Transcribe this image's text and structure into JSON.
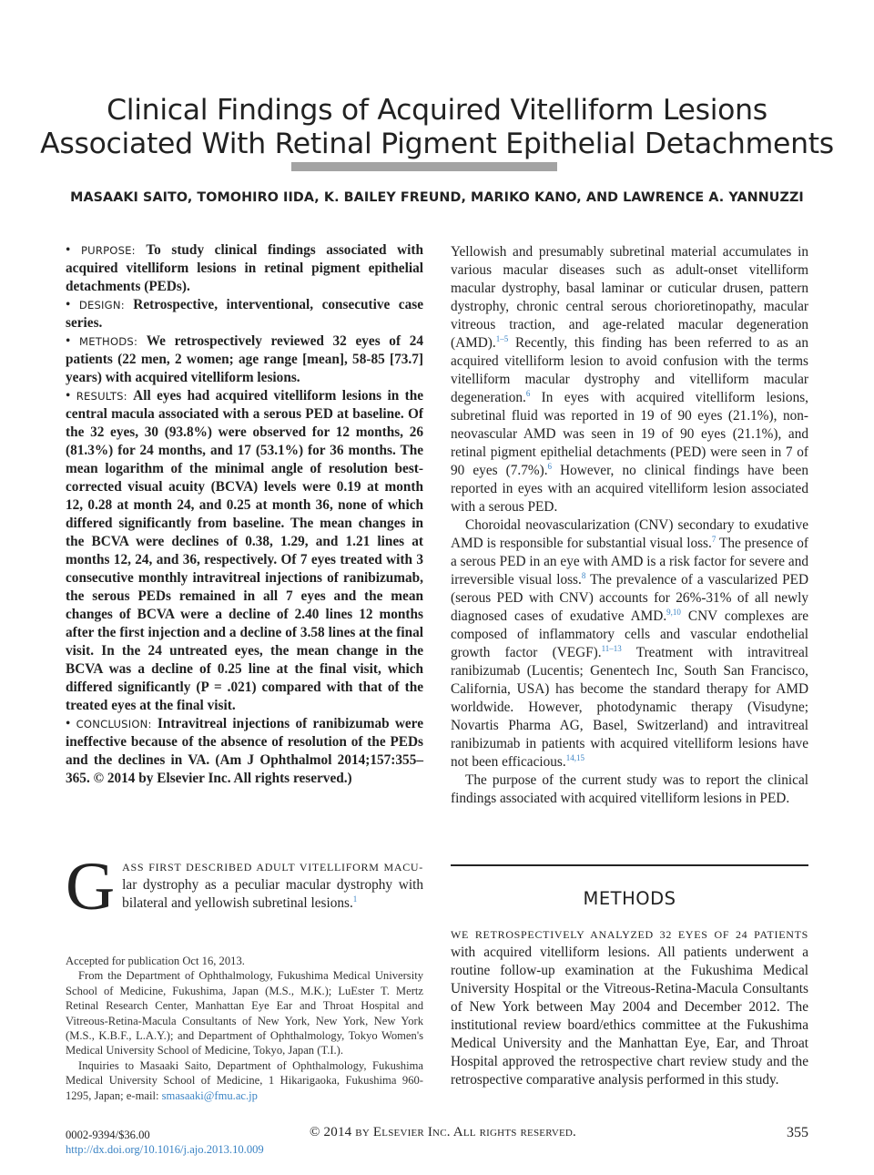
{
  "title_line1": "Clinical Findings of Acquired Vitelliform Lesions",
  "title_line2": "Associated With Retinal Pigment Epithelial Detachments",
  "authors": "MASAAKI SAITO, TOMOHIRO IIDA, K. BAILEY FREUND, MARIKO KANO, AND LAWRENCE A. YANNUZZI",
  "abstract": [
    {
      "bullet": "•",
      "label": "PURPOSE:",
      "text": "To study clinical findings associated with acquired vitelliform lesions in retinal pigment epithelial detachments (PEDs)."
    },
    {
      "bullet": "•",
      "label": "DESIGN:",
      "text": "Retrospective, interventional, consecutive case series."
    },
    {
      "bullet": "•",
      "label": "METHODS:",
      "text": "We retrospectively reviewed 32 eyes of 24 patients (22 men, 2 women; age range [mean], 58-85 [73.7] years) with acquired vitelliform lesions."
    },
    {
      "bullet": "•",
      "label": "RESULTS:",
      "text": "All eyes had acquired vitelliform lesions in the central macula associated with a serous PED at baseline. Of the 32 eyes, 30 (93.8%) were observed for 12 months, 26 (81.3%) for 24 months, and 17 (53.1%) for 36 months. The mean logarithm of the minimal angle of resolution best-corrected visual acuity (BCVA) levels were 0.19 at month 12, 0.28 at month 24, and 0.25 at month 36, none of which differed significantly from baseline. The mean changes in the BCVA were declines of 0.38, 1.29, and 1.21 lines at months 12, 24, and 36, respectively. Of 7 eyes treated with 3 consecutive monthly intravitreal injections of ranibizumab, the serous PEDs remained in all 7 eyes and the mean changes of BCVA were a decline of 2.40 lines 12 months after the first injection and a decline of 3.58 lines at the final visit. In the 24 untreated eyes, the mean change in the BCVA was a decline of 0.25 line at the final visit, which differed significantly (P = .021) compared with that of the treated eyes at the final visit."
    },
    {
      "bullet": "•",
      "label": "CONCLUSION:",
      "text": "Intravitreal injections of ranibizumab were ineffective because of the absence of resolution of the PEDs and the declines in VA.   (Am J Ophthalmol 2014;157:355–365. © 2014 by Elsevier Inc. All rights reserved.)"
    }
  ],
  "intro": {
    "dropcap": "G",
    "lead": "ASS FIRST DESCRIBED ADULT VITELLIFORM MACU-",
    "text": "lar dystrophy as a peculiar macular dystrophy with bilateral and yellowish subretinal lesions.",
    "ref": "1"
  },
  "footnotes": {
    "accepted": "Accepted for publication Oct 16, 2013.",
    "affiliations": "From the Department of Ophthalmology, Fukushima Medical University School of Medicine, Fukushima, Japan (M.S., M.K.); LuEster T. Mertz Retinal Research Center, Manhattan Eye Ear and Throat Hospital and Vitreous-Retina-Macula Consultants of New York, New York, New York (M.S., K.B.F., L.A.Y.); and Department of Ophthalmology, Tokyo Women's Medical University School of Medicine, Tokyo, Japan (T.I.).",
    "inquiries": "Inquiries to Masaaki Saito, Department of Ophthalmology, Fukushima Medical University School of Medicine, 1 Hikarigaoka, Fukushima 960-1295, Japan; e-mail: ",
    "email": "smasaaki@fmu.ac.jp"
  },
  "right": {
    "p1": {
      "a": "Yellowish and presumably subretinal material accumulates in various macular diseases such as adult-onset vitelliform macular dystrophy, basal laminar or cuticular drusen, pattern dystrophy, chronic central serous chorioretinopathy, macular vitreous traction, and age-related macular degeneration (AMD).",
      "r1": "1–5",
      "b": " Recently, this finding has been referred to as an acquired vitelliform lesion to avoid confusion with the terms vitelliform macular dystrophy and vitelliform macular degeneration.",
      "r2": "6",
      "c": " In eyes with acquired vitelliform lesions, subretinal fluid was reported in 19 of 90 eyes (21.1%), non-neovascular AMD was seen in 19 of 90 eyes (21.1%), and retinal pigment epithelial detachments (PED) were seen in 7 of 90 eyes (7.7%).",
      "r3": "6",
      "d": " However, no clinical findings have been reported in eyes with an acquired vitelliform lesion associated with a serous PED."
    },
    "p2": {
      "a": "Choroidal neovascularization (CNV) secondary to exudative AMD is responsible for substantial visual loss.",
      "r1": "7",
      "b": " The presence of a serous PED in an eye with AMD is a risk factor for severe and irreversible visual loss.",
      "r2": "8",
      "c": " The prevalence of a vascularized PED (serous PED with CNV) accounts for 26%-31% of all newly diagnosed cases of exudative AMD.",
      "r3": "9,10",
      "d": " CNV complexes are composed of inflammatory cells and vascular endothelial growth factor (VEGF).",
      "r4": "11–13",
      "e": " Treatment with intravitreal ranibizumab (Lucentis; Genentech Inc, South San Francisco, California, USA) has become the standard therapy for AMD worldwide. However, photodynamic therapy (Visudyne; Novartis Pharma AG, Basel, Switzerland) and intravitreal ranibizumab in patients with acquired vitelliform lesions have not been efficacious.",
      "r5": "14,15"
    },
    "p3": "The purpose of the current study was to report the clinical findings associated with acquired vitelliform lesions in PED."
  },
  "methods": {
    "heading": "METHODS",
    "lead": "WE RETROSPECTIVELY ANALYZED 32 EYES OF 24 PATIENTS",
    "text": " with acquired vitelliform lesions. All patients underwent a routine follow-up examination at the Fukushima Medical University Hospital or the Vitreous-Retina-Macula Consultants of New York between May 2004 and December 2012. The institutional review board/ethics committee at the Fukushima Medical University and the Manhattan Eye, Ear, and Throat Hospital approved the retrospective chart review study and the retrospective comparative analysis performed in this study."
  },
  "footer": {
    "issn": "0002-9394/$36.00",
    "doi": "http://dx.doi.org/10.1016/j.ajo.2013.10.009",
    "copyright": "© 2014 by Elsevier Inc. All rights reserved.",
    "page": "355"
  }
}
